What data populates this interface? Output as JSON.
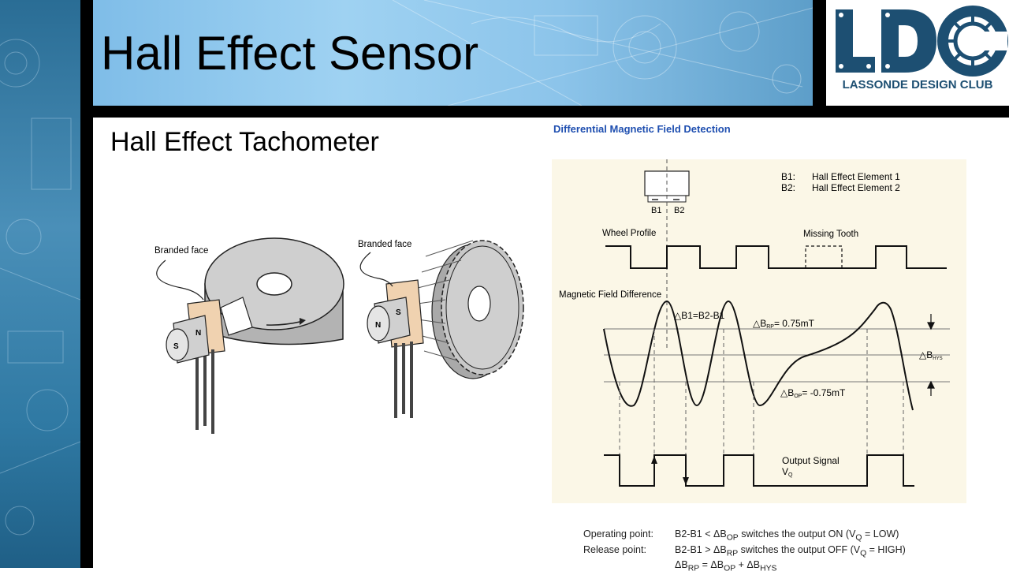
{
  "slide": {
    "title": "Hall Effect Sensor",
    "subtitle": "Hall Effect Tachometer"
  },
  "logo": {
    "letters": "LDC",
    "text": "LASSONDE DESIGN CLUB",
    "color": "#1d4f72"
  },
  "illustration": {
    "left_label": "Branded face",
    "right_label": "Branded face",
    "pole_s": "S",
    "pole_n": "N"
  },
  "diagram": {
    "heading": "Differential Magnetic Field Detection",
    "heading_color": "#1f4fb0",
    "legend_b1_key": "B1:",
    "legend_b1_value": "Hall Effect Element 1",
    "legend_b2_key": "B2:",
    "legend_b2_value": "Hall Effect Element 2",
    "sensor_b1": "B1",
    "sensor_b2": "B2",
    "wheel_profile_label": "Wheel Profile",
    "missing_tooth_label": "Missing Tooth",
    "magnetic_field_label": "Magnetic Field Difference",
    "delta_b_label": "△B1=B2-B1",
    "brp_label": "△B",
    "brp_sub": "RP",
    "brp_value": "= 0.75mT",
    "bop_label": "△B",
    "bop_sub": "OP",
    "bop_value": "= -0.75mT",
    "bhys_label": "△B",
    "bhys_sub": "HYS",
    "output_label": "Output Signal",
    "output_sub_label": "V",
    "output_sub_sub": "Q"
  },
  "notes": [
    {
      "label": "Operating point:",
      "text": "B2-B1 < ΔB<sub>OP</sub> switches the output ON (V<sub>Q</sub> = LOW)"
    },
    {
      "label": "Release point:",
      "text": "B2-B1 > ΔB<sub>RP</sub> switches the output OFF (V<sub>Q</sub> = HIGH)"
    },
    {
      "label": "",
      "text": "ΔB<sub>RP</sub> = ΔB<sub>OP</sub> + ΔB<sub>HYS</sub>"
    }
  ]
}
